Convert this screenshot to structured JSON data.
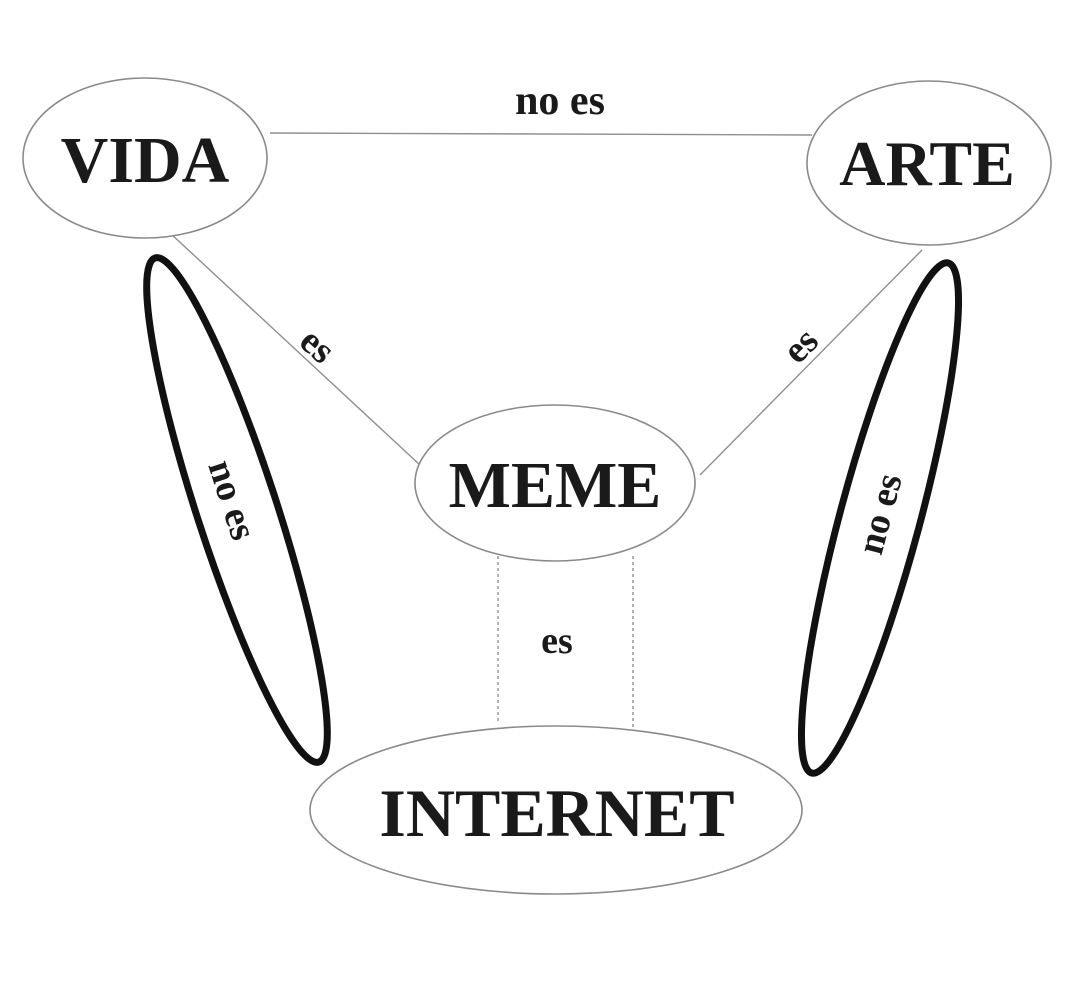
{
  "nodes": {
    "vida": "VIDA",
    "arte": "ARTE",
    "meme": "MEME",
    "internet": "INTERNET"
  },
  "edges": {
    "vida_arte": "no es",
    "vida_meme": "es",
    "arte_meme": "es",
    "meme_internet": "es",
    "vida_internet": "no es",
    "arte_internet": "no es"
  },
  "colors": {
    "text": "#1a1a1a",
    "thin_stroke": "#8f8f8f",
    "bold_stroke": "#111111",
    "background": "#ffffff"
  }
}
